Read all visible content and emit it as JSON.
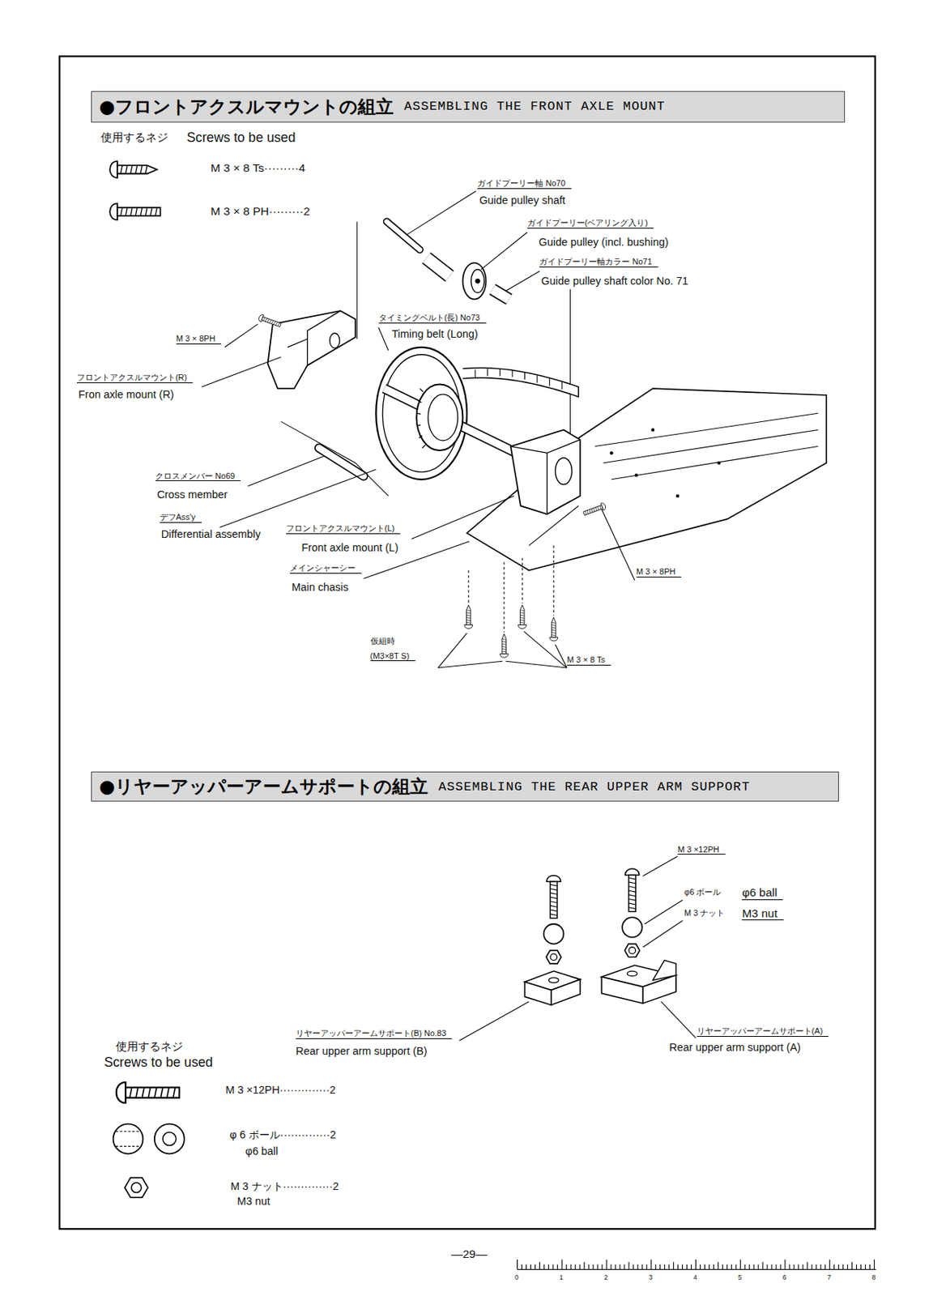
{
  "diagram": {
    "nodes": [
      {
        "text": [
          "●フロントアクスルマウントの組立",
          "ASSEMBLING THE FRONT AXLE MOUNT"
        ]
      },
      {
        "text": [
          "●リヤーアッパーアームサポートの組立",
          "ASSEMBLING THE REAR UPPER ARM SUPPORT"
        ]
      }
    ],
    "labels": [
      "使用するネジ",
      "Screws to be used",
      "M 3 × 8 Ts·········4",
      "M 3 × 8 PH·········2",
      "ガイドプーリー軸 No70",
      "Guide pulley shaft",
      "ガイドプーリー(ベアリング入り)",
      "Guide pulley (incl. bushing)",
      "ガイドプーリー軸カラー No71",
      "Guide pulley shaft color No. 71",
      "タイミングベルト(長) No73",
      "Timing belt (Long)",
      "M 3 × 8PH",
      "フロントアクスルマウント(R)",
      "Fron axle mount (R)",
      "クロスメンバー No69",
      "Cross member",
      "デフAss'y",
      "Differential assembly",
      "フロントアクスルマウント(L)",
      "Front axle mount (L)",
      "メインシャーシー",
      "Main chasis",
      "M 3 × 8PH",
      "仮組時",
      "(M3×8T S)",
      "M 3 × 8 Ts",
      "M 3 ×12PH",
      "φ6 ボール",
      "φ6 ball",
      "M 3 ナット",
      "M3 nut",
      "リヤーアッパーアームサポート(B) No.83",
      "Rear upper arm support (B)",
      "リヤーアッパーアームサポート(A)",
      "Rear upper arm support (A)",
      "使用するネジ",
      "Screws to be used",
      "M 3 ×12PH··············2",
      "φ 6 ボール··············2",
      "φ6 ball",
      "M 3 ナット··············2",
      "M3 nut",
      "—29—",
      "0",
      "1",
      "2",
      "3",
      "4",
      "5",
      "6",
      "7",
      "8"
    ]
  }
}
